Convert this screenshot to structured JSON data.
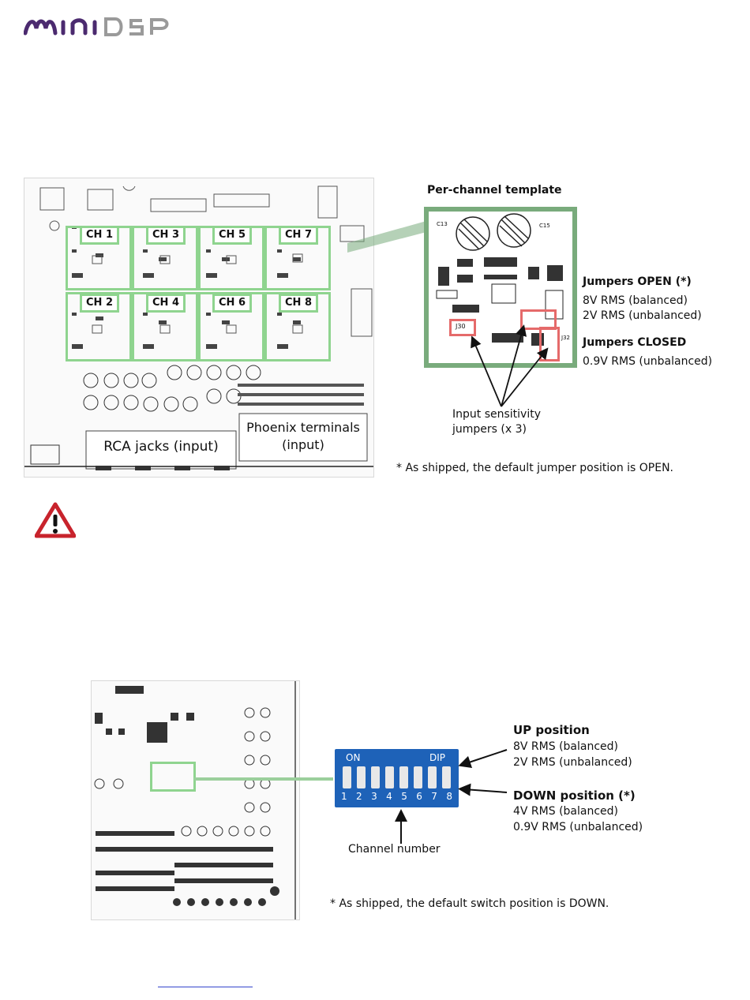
{
  "brand": {
    "logo_text": "miniDSP",
    "primary_color": "#4b2a6f",
    "secondary_color": "#9a9a9a"
  },
  "figure1": {
    "channels": [
      "CH 1",
      "CH 3",
      "CH 5",
      "CH 7",
      "CH 2",
      "CH 4",
      "CH 6",
      "CH 8"
    ],
    "rca_label": "RCA jacks (input)",
    "phoenix_label_line1": "Phoenix terminals",
    "phoenix_label_line2": "(input)",
    "template_title": "Per-channel template",
    "template_parts": {
      "c13": "C13",
      "c15": "C15",
      "j30": "J30",
      "j32": "J32"
    },
    "jumpers_open_title": "Jumpers OPEN (*)",
    "jumpers_open_line1": "8V RMS (balanced)",
    "jumpers_open_line2": "2V RMS (unbalanced)",
    "jumpers_closed_title": "Jumpers CLOSED",
    "jumpers_closed_line1": "0.9V RMS (unbalanced)",
    "input_sens_line1": "Input sensitivity",
    "input_sens_line2": "jumpers (x 3)",
    "footnote": "* As shipped, the default jumper position is OPEN."
  },
  "warning_icon": "warning-triangle-icon",
  "figure2": {
    "dip_on": "ON",
    "dip_label": "DIP",
    "dip_numbers": [
      "1",
      "2",
      "3",
      "4",
      "5",
      "6",
      "7",
      "8"
    ],
    "up_title": "UP position",
    "up_line1": "8V RMS (balanced)",
    "up_line2": "2V RMS (unbalanced)",
    "down_title": "DOWN position (*)",
    "down_line1": "4V RMS (balanced)",
    "down_line2": "0.9V RMS (unbalanced)",
    "channel_number": "Channel number",
    "footnote": "* As shipped, the default switch position is DOWN."
  }
}
